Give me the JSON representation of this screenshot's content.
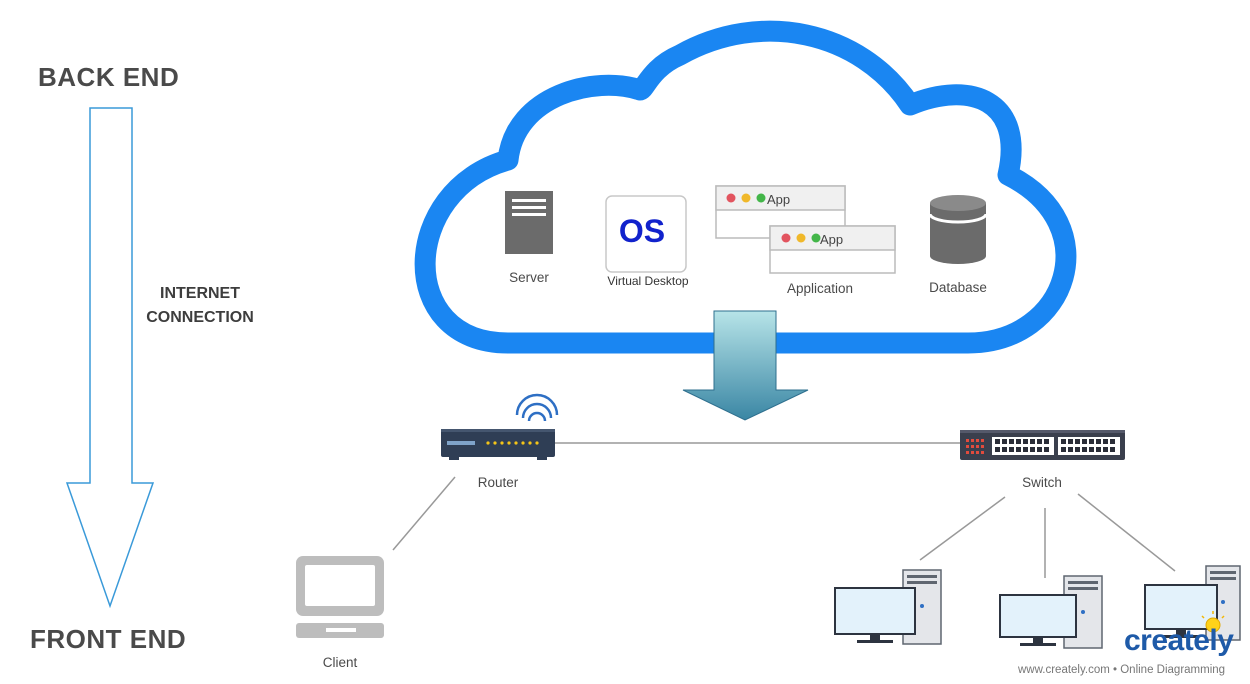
{
  "side": {
    "back_end": "BACK END",
    "front_end": "FRONT END",
    "internet_line1": "INTERNET",
    "internet_line2": "CONNECTION"
  },
  "cloud": {
    "server": "Server",
    "os_text": "OS",
    "virtual_desktop": "Virtual Desktop",
    "app_window_1": "App",
    "app_window_2": "App",
    "application": "Application",
    "database": "Database"
  },
  "network": {
    "router": "Router",
    "switch": "Switch",
    "client": "Client"
  },
  "branding": {
    "logo": "creately",
    "footer": "www.creately.com • Online Diagramming"
  },
  "colors": {
    "cloud_outline": "#1a86f2",
    "arrow_fill_top": "#a9dde3",
    "arrow_fill_bottom": "#3c8aa8",
    "side_arrow_outline": "#3a9ad9",
    "device_dark": "#2f3e55",
    "window_dots": [
      "#e2545f",
      "#f0b82a",
      "#43b649"
    ]
  }
}
